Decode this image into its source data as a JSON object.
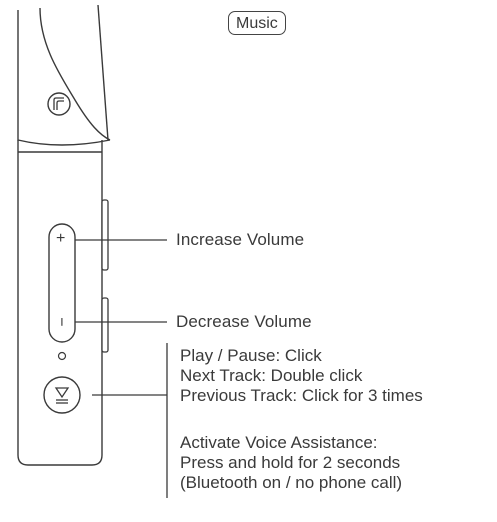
{
  "mode_tag": "Music",
  "callouts": {
    "increase": "Increase Volume",
    "decrease": "Decrease Volume"
  },
  "play_button": {
    "lines": [
      "Play / Pause: Click",
      "Next Track: Double click",
      "Previous Track: Click for 3 times"
    ],
    "voice_lines": [
      "Activate Voice Assistance:",
      "Press and hold for 2 seconds",
      "(Bluetooth on / no phone call)"
    ]
  },
  "buttons": {
    "plus_symbol": "+",
    "minus_symbol": "−"
  },
  "icons": {
    "top_button": "square-logo-icon",
    "play_button": "play-pause-icon",
    "indicator": "led-indicator-icon"
  },
  "colors": {
    "line": "#3a3a3a",
    "text": "#3a3a3a",
    "background": "#ffffff"
  }
}
